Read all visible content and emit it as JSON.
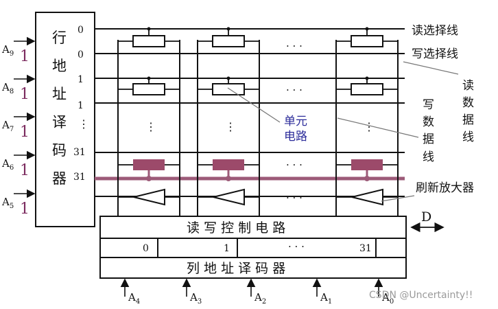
{
  "row_decoder": {
    "chars": [
      "行",
      "地",
      "址",
      "译",
      "码",
      "器"
    ]
  },
  "row_inputs": [
    {
      "label": "A",
      "sub": "9",
      "bit": "1"
    },
    {
      "label": "A",
      "sub": "8",
      "bit": "1"
    },
    {
      "label": "A",
      "sub": "7",
      "bit": "1"
    },
    {
      "label": "A",
      "sub": "6",
      "bit": "1"
    },
    {
      "label": "A",
      "sub": "5",
      "bit": "1"
    }
  ],
  "row_outputs": [
    "0",
    "0",
    "1",
    "1",
    "⋮",
    "31",
    "31"
  ],
  "labels": {
    "read_select": "读选择线",
    "write_select": "写选择线",
    "read_data": [
      "读",
      "数",
      "据",
      "线"
    ],
    "write_data": [
      "写",
      "数",
      "据",
      "线"
    ],
    "cell_circuit": [
      "单元",
      "电路"
    ],
    "refresh_amp": "刷新放大器",
    "rw_control": "读 写 控 制 电 路",
    "col_decoder": "列 地 址 译 码 器",
    "data_io": "D"
  },
  "ellipsis": {
    "h": "· · ·",
    "v": "⋮"
  },
  "col_outputs": [
    "0",
    "1",
    "· · ·",
    "31"
  ],
  "col_inputs": [
    {
      "label": "A",
      "sub": "4"
    },
    {
      "label": "A",
      "sub": "3"
    },
    {
      "label": "A",
      "sub": "2"
    },
    {
      "label": "A",
      "sub": "1"
    },
    {
      "label": "A",
      "sub": "0"
    }
  ],
  "watermark": "CSDN @Uncertainty!!",
  "colors": {
    "refresh_line": "#9c5a78",
    "cell_block": "#9c4a6a",
    "highlight_bit": "#7b2a5e",
    "cell_label": "#2c2c9a"
  }
}
